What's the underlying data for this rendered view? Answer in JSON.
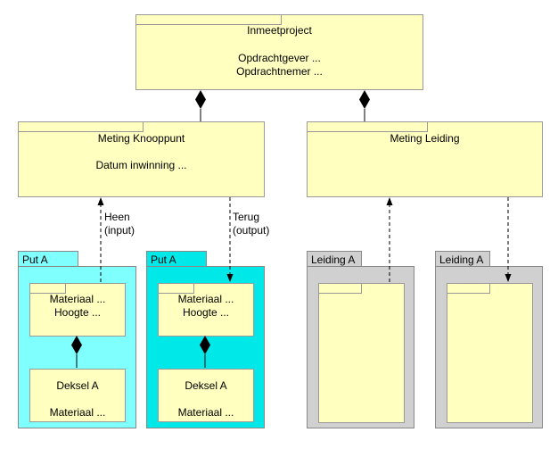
{
  "inmeetproject": {
    "title": "Inmeetproject",
    "attr1": "Opdrachtgever ...",
    "attr2": "Opdrachtnemer ..."
  },
  "meting_knooppunt": {
    "title": "Meting Knooppunt",
    "attr1": "Datum inwinning ..."
  },
  "meting_leiding": {
    "title": "Meting Leiding"
  },
  "labels": {
    "heen_line1": "Heen",
    "heen_line2": "(input)",
    "terug_line1": "Terug",
    "terug_line2": "(output)"
  },
  "put_a_1": {
    "tab": "Put A",
    "mat1": "Materiaal ...",
    "mat2": "Hoogte ...",
    "deksel_title": "Deksel A",
    "deksel_attr": "Materiaal ..."
  },
  "put_a_2": {
    "tab": "Put A",
    "mat1": "Materiaal ...",
    "mat2": "Hoogte ...",
    "deksel_title": "Deksel A",
    "deksel_attr": "Materiaal ..."
  },
  "leiding_a_1": {
    "tab": "Leiding A"
  },
  "leiding_a_2": {
    "tab": "Leiding A"
  },
  "colors": {
    "class_fill": "#ffffc0",
    "put_a_1_fill": "#80ffff",
    "put_a_2_fill": "#00e8e8",
    "leiding_fill": "#d0d0d0"
  }
}
